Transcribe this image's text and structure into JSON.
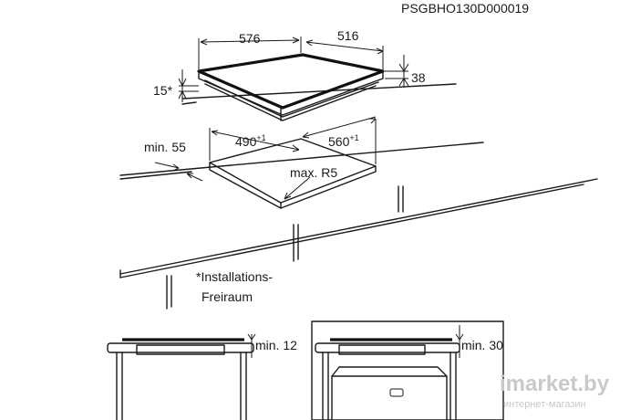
{
  "doc_code": "PSGBHO130D000019",
  "dims": {
    "w576": "576",
    "w516": "516",
    "h38": "38",
    "h15": "15*",
    "cut490": "490",
    "cut490_sup": "+1",
    "cut560": "560",
    "cut560_sup": "+1",
    "min55": "min. 55",
    "radius": "max. R5"
  },
  "note": {
    "line1": "*Installations-",
    "line2": "Freiraum"
  },
  "bottom_left": {
    "label": "min. 12"
  },
  "bottom_right": {
    "label": "min. 30"
  },
  "watermark": {
    "brand": "imarket.by",
    "sub": "интернет-магазин"
  }
}
